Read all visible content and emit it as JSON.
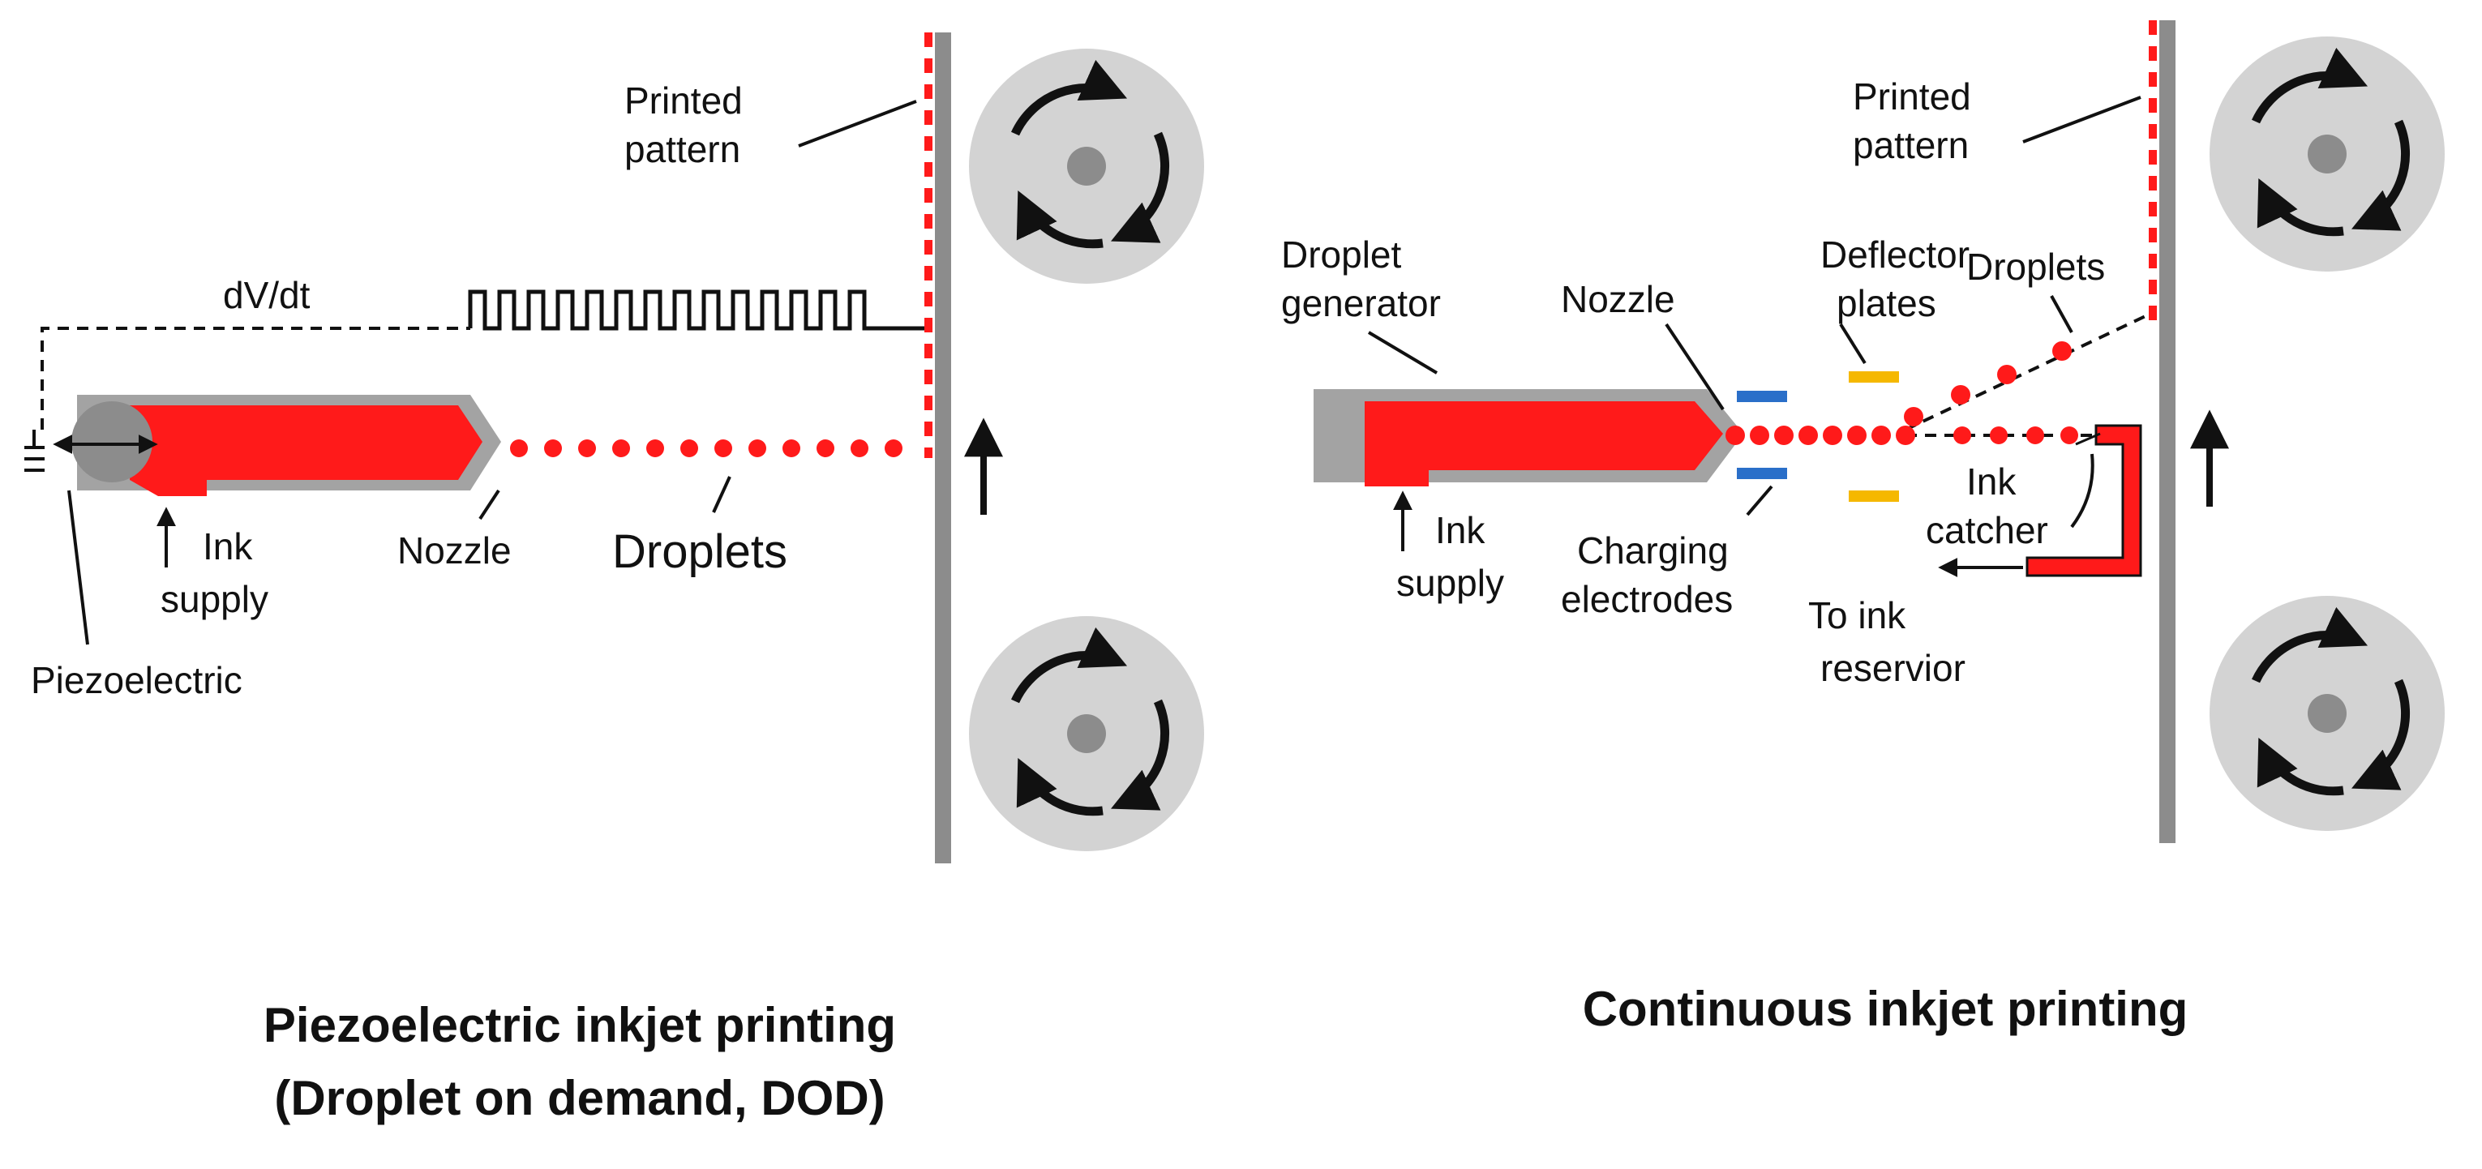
{
  "colors": {
    "ink": "#ff1a1a",
    "housing": "#a3a3a3",
    "roller": "#d3d3d3",
    "roller_hub": "#8c8c8c",
    "substrate": "#8c8c8c",
    "charging_electrode": "#2a6fc9",
    "deflector_plate": "#f5b800",
    "line": "#111111"
  },
  "icons": [
    "rotation-arrow-icon",
    "ground-symbol-icon",
    "upward-motion-arrow-icon"
  ],
  "dod": {
    "label_printed_line1": "Printed",
    "label_printed_line2": "pattern",
    "label_signal": "dV/dt",
    "label_ink_line1": "Ink",
    "label_ink_line2": "supply",
    "label_nozzle": "Nozzle",
    "label_droplets": "Droplets",
    "label_piezo": "Piezoelectric",
    "caption_line1": "Piezoelectric inkjet printing",
    "caption_line2": "(Droplet on demand, DOD)"
  },
  "cij": {
    "label_printed_line1": "Printed",
    "label_printed_line2": "pattern",
    "label_generator_line1": "Droplet",
    "label_generator_line2": "generator",
    "label_nozzle": "Nozzle",
    "label_deflector_line1": "Deflector",
    "label_deflector_line2": "plates",
    "label_droplets": "Droplets",
    "label_ink_line1": "Ink",
    "label_ink_line2": "supply",
    "label_charging_line1": "Charging",
    "label_charging_line2": "electrodes",
    "label_catcher_line1": "Ink",
    "label_catcher_line2": "catcher",
    "label_reservoir_line1": "To ink",
    "label_reservoir_line2": "reservior",
    "caption": "Continuous inkjet printing"
  }
}
